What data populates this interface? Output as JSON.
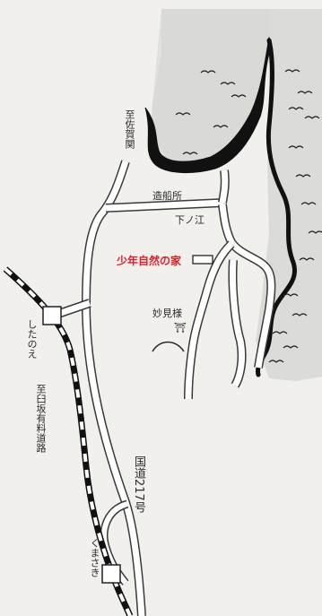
{
  "labels": {
    "to_saga_seki": "至佐賀関",
    "zousenjo": "造船所",
    "shimonoe_place": "下ノ江",
    "youth_nature_house": "少年自然の家",
    "myokensama": "妙見様",
    "shrine_symbol": "⛩",
    "shitanoe_station": "したのえ",
    "to_usuzaka_toll_road": "至臼坂有料道路",
    "national_route": "国道217号",
    "kumasaki_station": "くまさき"
  },
  "colors": {
    "background": "#f1f0ec",
    "sea": "#c9cbc7",
    "road_outline": "#3a3a3a",
    "road_fill": "#ffffff",
    "coast": "#111111",
    "highlight": "#d6232a"
  }
}
